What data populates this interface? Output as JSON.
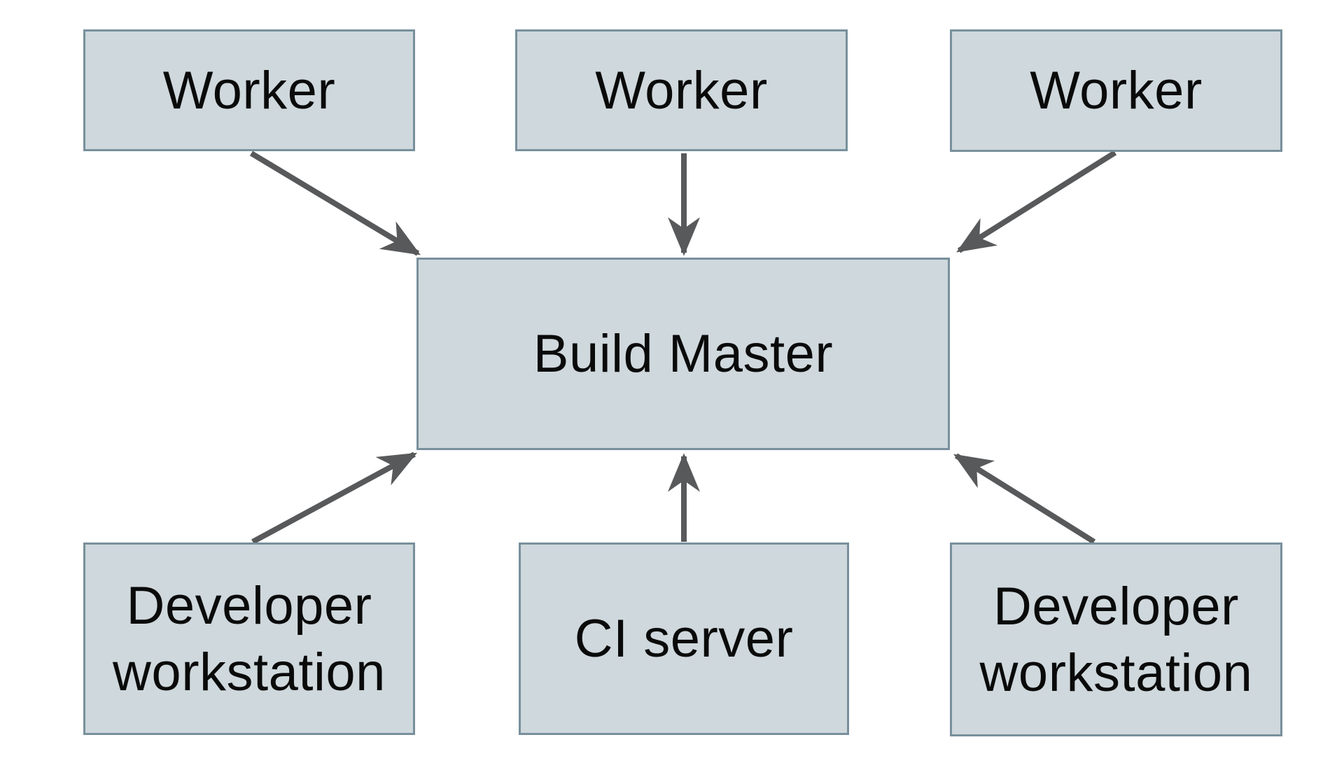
{
  "diagram": {
    "nodes": {
      "worker_left": {
        "label": "Worker"
      },
      "worker_middle": {
        "label": "Worker"
      },
      "worker_right": {
        "label": "Worker"
      },
      "build_master": {
        "label": "Build Master"
      },
      "dev_workstation_left": {
        "label": "Developer workstation"
      },
      "ci_server": {
        "label": "CI server"
      },
      "dev_workstation_right": {
        "label": "Developer workstation"
      }
    },
    "edges": [
      {
        "from": "worker-left",
        "to": "build-master",
        "direction": "down-right"
      },
      {
        "from": "worker-middle",
        "to": "build-master",
        "direction": "down"
      },
      {
        "from": "worker-right",
        "to": "build-master",
        "direction": "down-left"
      },
      {
        "from": "developer-workstation-left",
        "to": "build-master",
        "direction": "up-right"
      },
      {
        "from": "ci-server",
        "to": "build-master",
        "direction": "up"
      },
      {
        "from": "developer-workstation-right",
        "to": "build-master",
        "direction": "up-left"
      }
    ],
    "colors": {
      "background": "#ffffff",
      "node_fill": "#cfd8dc",
      "node_border": "#78909c",
      "arrow": "#58595b",
      "text": "#0a0a0a"
    }
  }
}
